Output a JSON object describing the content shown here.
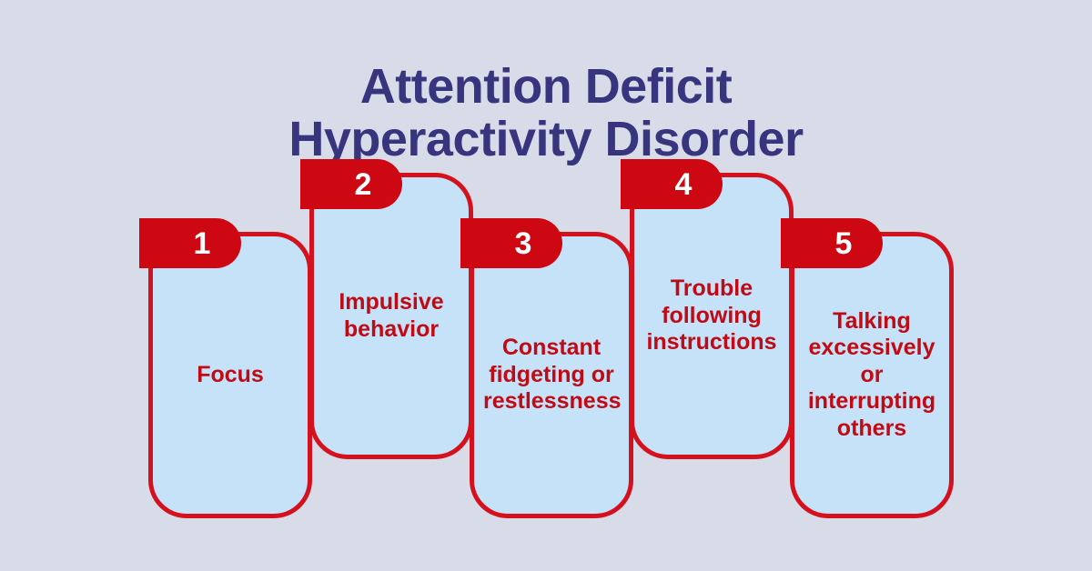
{
  "background_color": "#d8dce8",
  "title": {
    "color": "#36357e",
    "line1": "Attention Deficit",
    "line2": "Hyperactivity Disorder",
    "full": "Attention Deficit Hyperactivity Disorder"
  },
  "theme": {
    "card_fill": "#c6e2f9",
    "card_border": "#d4111c",
    "badge_fill": "#ce0812",
    "badge_text": "#ffffff",
    "label_text": "#c00a14"
  },
  "cards": [
    {
      "number": "1",
      "label": "Focus"
    },
    {
      "number": "2",
      "label": "Impulsive behavior"
    },
    {
      "number": "3",
      "label": "Constant fidgeting or restlessness"
    },
    {
      "number": "4",
      "label": "Trouble following instructions"
    },
    {
      "number": "5",
      "label": "Talking excessively or interrupting others"
    }
  ]
}
